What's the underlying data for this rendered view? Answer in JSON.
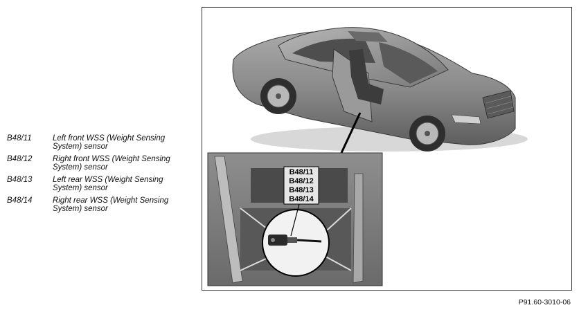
{
  "legend": [
    {
      "code": "B48/11",
      "line1": "Left front WSS (Weight Sensing",
      "line2": "System) sensor"
    },
    {
      "code": "B48/12",
      "line1": "Right front WSS (Weight Sensing",
      "line2": "System) sensor"
    },
    {
      "code": "B48/13",
      "line1": "Left rear WSS (Weight Sensing",
      "line2": "System) sensor"
    },
    {
      "code": "B48/14",
      "line1": "Right rear WSS (Weight Sensing",
      "line2": "System) sensor"
    }
  ],
  "callout": {
    "labels": [
      "B48/11",
      "B48/12",
      "B48/13",
      "B48/14"
    ]
  },
  "figure_id": "P91.60-3010-06",
  "illustration": {
    "subject": "car-with-seat-detail",
    "colors": {
      "car_body": "#8a8a8a",
      "car_dark": "#4a4a4a",
      "detail_bg": "#7d7d7d",
      "callout_bg": "#e6e6e6"
    }
  }
}
